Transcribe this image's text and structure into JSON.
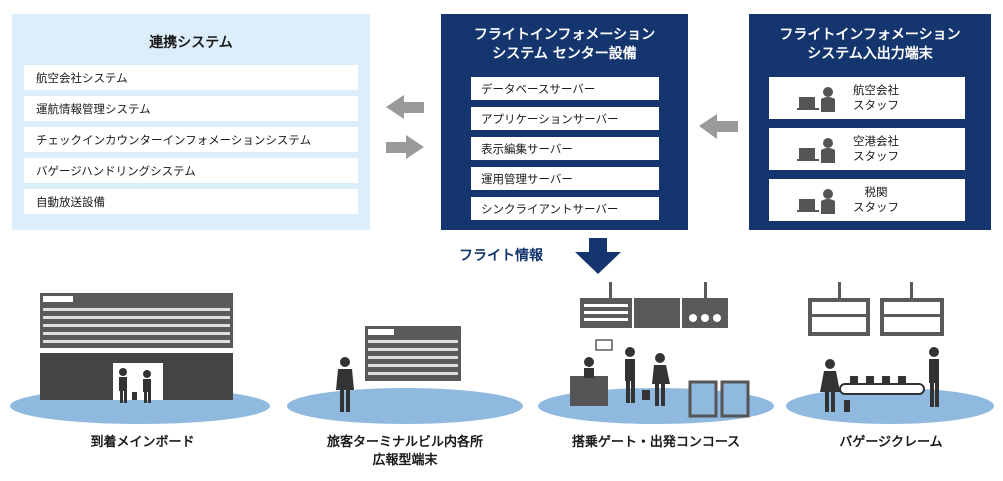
{
  "panels": {
    "linked": {
      "title": "連携システム",
      "items": [
        "航空会社システム",
        "運航情報管理システム",
        "チェックインカウンターインフォメーションシステム",
        "バゲージハンドリングシステム",
        "自動放送設備"
      ]
    },
    "center": {
      "title_line1": "フライトインフォメーション",
      "title_line2": "システム センター設備",
      "items": [
        "データベースサーバー",
        "アプリケーションサーバー",
        "表示編集サーバー",
        "運用管理サーバー",
        "シンクライアントサーバー"
      ]
    },
    "terminal": {
      "title_line1": "フライトインフォメーション",
      "title_line2": "システム入出力端末",
      "staff": [
        {
          "line1": "航空会社",
          "line2": "スタッフ"
        },
        {
          "line1": "空港会社",
          "line2": "スタッフ"
        },
        {
          "line1": "税関",
          "line2": "スタッフ"
        }
      ]
    }
  },
  "flow": {
    "flight_info_label": "フライト情報"
  },
  "scenes": [
    {
      "line1": "到着メインボード",
      "line2": ""
    },
    {
      "line1": "旅客ターミナルビル内各所",
      "line2": "広報型端末"
    },
    {
      "line1": "搭乗ゲート・出発コンコース",
      "line2": ""
    },
    {
      "line1": "バゲージクレーム",
      "line2": ""
    }
  ],
  "colors": {
    "navy": "#15356e",
    "light_blue_panel": "#dceefa",
    "floor_blue": "#8fb9de",
    "arrow_gray": "#9a9a9a",
    "icon_gray": "#555555"
  }
}
